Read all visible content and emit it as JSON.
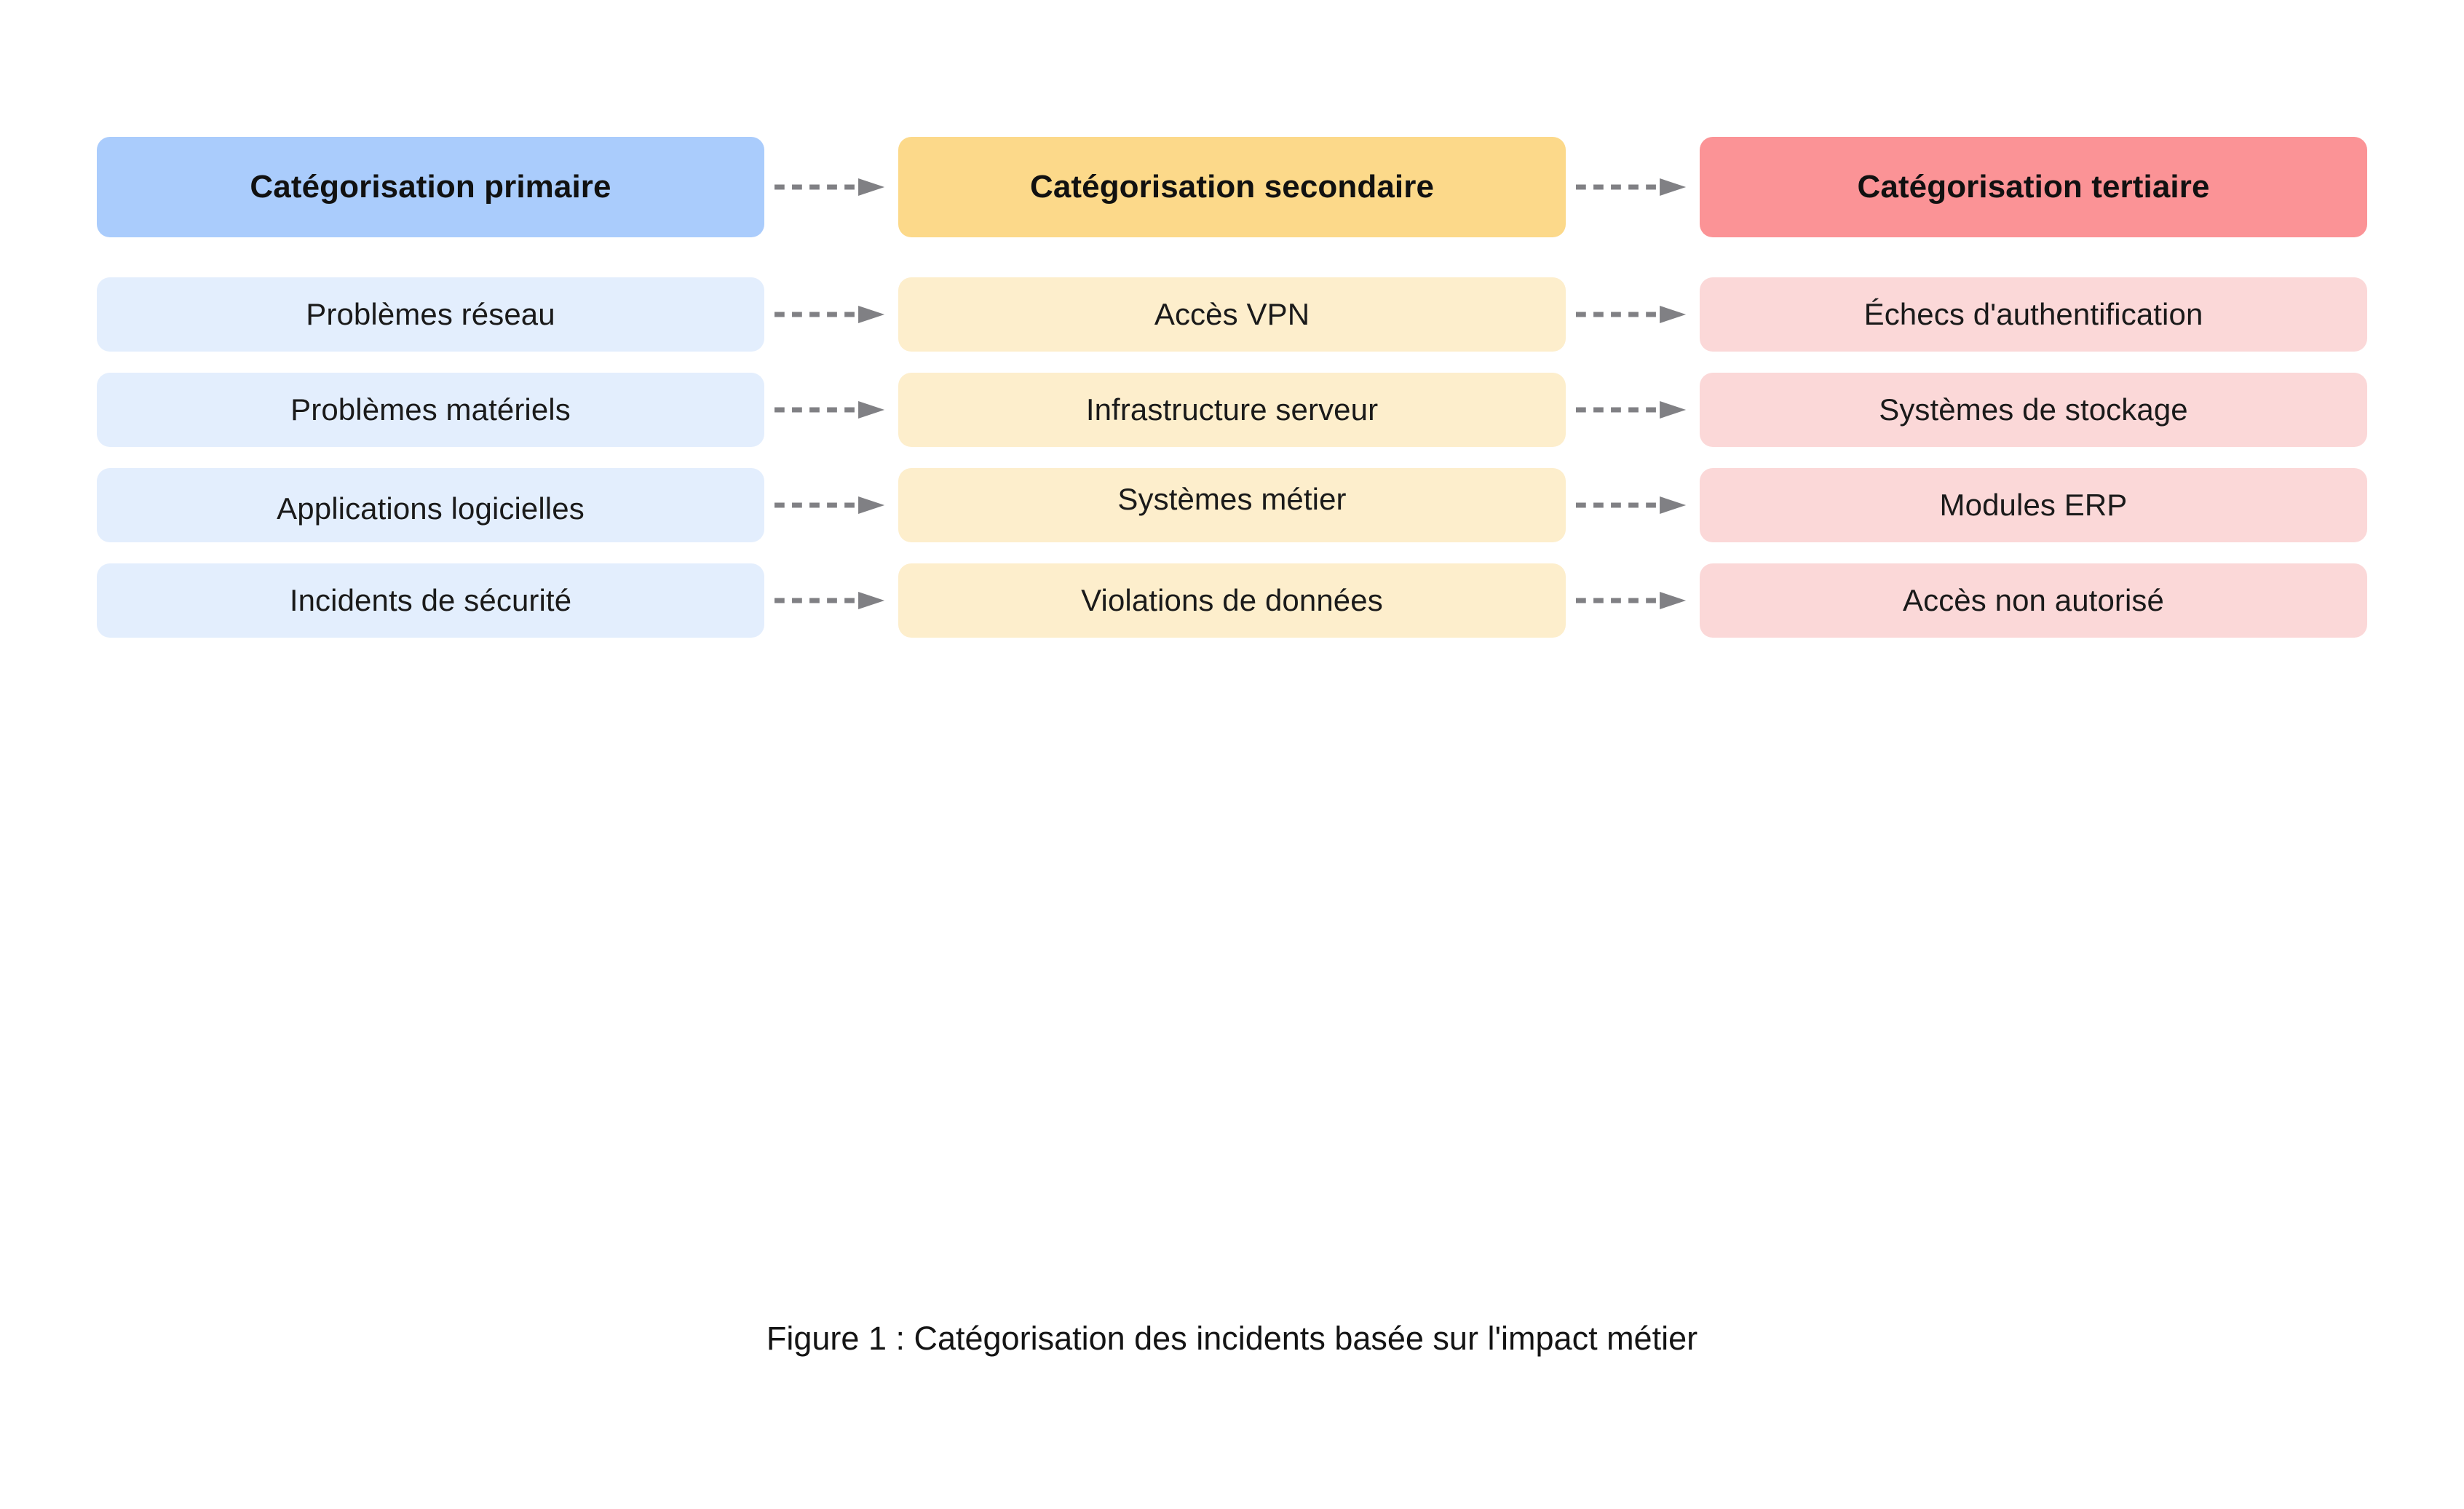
{
  "figure": {
    "caption": "Figure 1 : Catégorisation des incidents basée sur l'impact métier",
    "background": "#ffffff"
  },
  "columns": [
    {
      "id": "primary",
      "header": "Catégorisation primaire",
      "header_color": "#aaccfc",
      "item_color": "#e3eefd",
      "items": [
        "Problèmes réseau",
        "Problèmes matériels",
        "Applications logicielles",
        "Incidents de sécurité"
      ]
    },
    {
      "id": "secondary",
      "header": "Catégorisation secondaire",
      "header_color": "#fcd98a",
      "item_color": "#fdeecc",
      "items": [
        "Accès VPN",
        "Infrastructure serveur",
        "Systèmes métier",
        "Violations de données"
      ]
    },
    {
      "id": "tertiary",
      "header": "Catégorisation tertiaire",
      "header_color": "#fb9396",
      "item_color": "#fbd8d8",
      "items": [
        "Échecs d'authentification",
        "Systèmes de stockage",
        "Modules ERP",
        "Accès non autorisé"
      ]
    }
  ],
  "connectors": {
    "style": "dashed-arrow",
    "color": "#808084",
    "rows": [
      {
        "from": "Catégorisation primaire",
        "to": "Catégorisation secondaire"
      },
      {
        "from": "Catégorisation secondaire",
        "to": "Catégorisation tertiaire"
      },
      {
        "from": "Problèmes réseau",
        "to": "Accès VPN"
      },
      {
        "from": "Accès VPN",
        "to": "Échecs d'authentification"
      },
      {
        "from": "Problèmes matériels",
        "to": "Infrastructure serveur"
      },
      {
        "from": "Infrastructure serveur",
        "to": "Systèmes de stockage"
      },
      {
        "from": "Applications logicielles",
        "to": "Systèmes métier"
      },
      {
        "from": "Systèmes métier",
        "to": "Modules ERP"
      },
      {
        "from": "Incidents de sécurité",
        "to": "Violations de données"
      },
      {
        "from": "Violations de données",
        "to": "Accès non autorisé"
      }
    ]
  }
}
